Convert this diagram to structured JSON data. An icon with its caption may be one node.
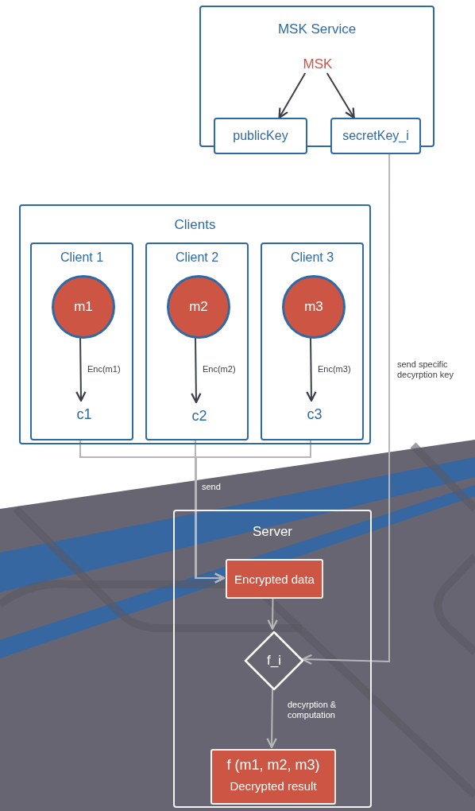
{
  "diagram": {
    "nodes": [
      {
        "text": [
          "MSK Service"
        ]
      },
      {
        "text": [
          "MSK"
        ],
        "in": 0
      },
      {
        "text": [
          "publicKey"
        ]
      },
      {
        "text": [
          "secretKey_i"
        ]
      },
      {
        "text": [
          "Clients"
        ]
      },
      {
        "text": [
          "Client 1"
        ],
        "in": 4
      },
      {
        "text": [
          "m1"
        ],
        "in": 5
      },
      {
        "text": [
          "c1"
        ],
        "in": 5
      },
      {
        "text": [
          "Client 2"
        ],
        "in": 4
      },
      {
        "text": [
          "m2"
        ],
        "in": 8
      },
      {
        "text": [
          "c2"
        ],
        "in": 8
      },
      {
        "text": [
          "Client 3"
        ],
        "in": 4
      },
      {
        "text": [
          "m3"
        ],
        "in": 11
      },
      {
        "text": [
          "c3"
        ],
        "in": 11
      },
      {
        "text": [
          "Server"
        ]
      },
      {
        "text": [
          "Encrypted data"
        ],
        "in": 14
      },
      {
        "text": [
          "f_i"
        ],
        "in": 14
      },
      {
        "text": [
          "f (m1, m2, m3)",
          "Decrypted result"
        ],
        "in": 14
      }
    ],
    "edges": [
      {
        "from": 1,
        "to": 2,
        "arrow": "to",
        "color": "#3d3f4a"
      },
      {
        "from": 1,
        "to": 3,
        "arrow": "to",
        "color": "#3d3f4a"
      },
      {
        "from": 6,
        "to": 7,
        "arrow": "to",
        "label": "Enc(m1)",
        "color": "#3d3f4a"
      },
      {
        "from": 9,
        "to": 10,
        "arrow": "to",
        "label": "Enc(m2)",
        "color": "#3d3f4a"
      },
      {
        "from": 12,
        "to": 13,
        "arrow": "to",
        "label": "Enc(m3)",
        "color": "#3d3f4a"
      },
      {
        "from": 5,
        "to": 15,
        "arrow": "to"
      },
      {
        "from": 8,
        "to": 15,
        "arrow": "to",
        "label": "send"
      },
      {
        "from": 11,
        "to": 15,
        "arrow": "to"
      },
      {
        "from": 3,
        "to": 16,
        "arrow": "to",
        "label": "send specific decyrption key"
      },
      {
        "from": 15,
        "to": 16,
        "arrow": "to"
      },
      {
        "from": 16,
        "to": 17,
        "arrow": "to",
        "label": "decyrption & computation"
      }
    ]
  }
}
